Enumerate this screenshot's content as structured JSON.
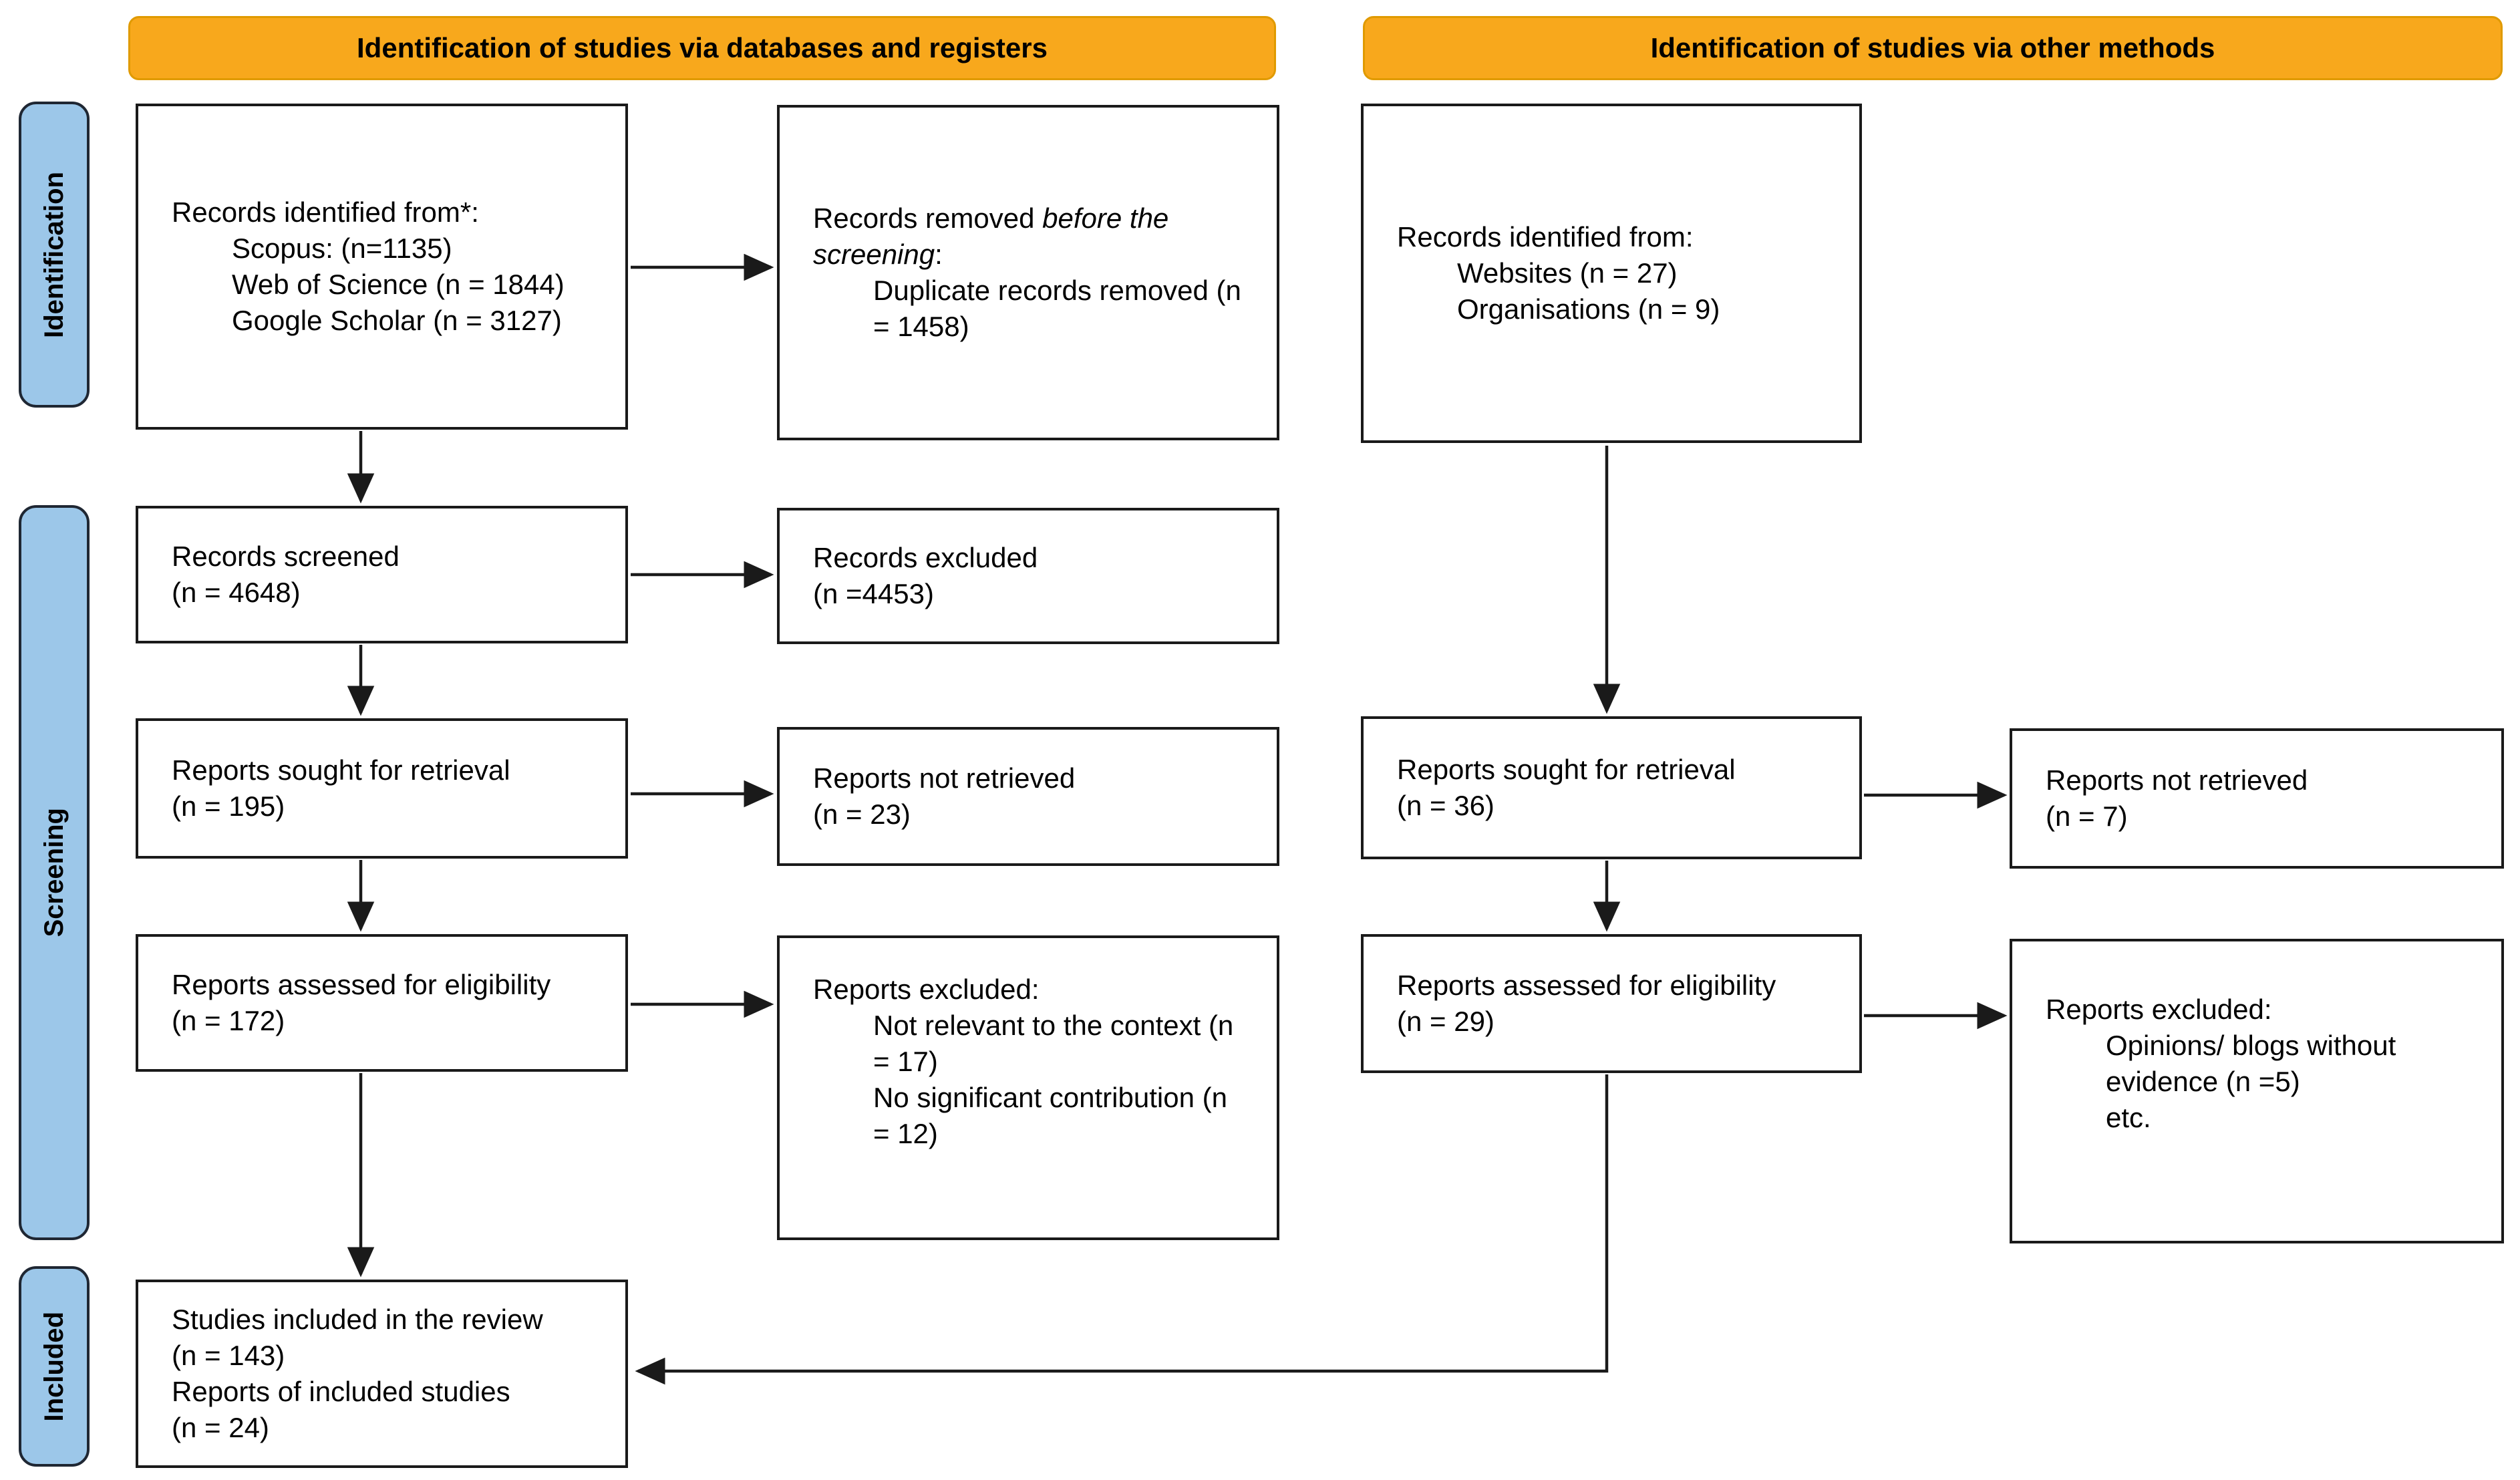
{
  "banners": {
    "left": "Identification of studies via databases and registers",
    "right": "Identification of studies via other methods"
  },
  "sidebar": {
    "identification": "Identification",
    "screening": "Screening",
    "included": "Included"
  },
  "boxes": {
    "records_identified_db": {
      "title": "Records identified from*:",
      "items": [
        "Scopus: (n=1135)",
        "Web of Science (n = 1844)",
        "Google Scholar (n = 3127)"
      ]
    },
    "records_removed": {
      "line1_prefix": "Records removed ",
      "line1_italic": "before the",
      "line2_italic": "screening",
      "line2_suffix": ":",
      "lines": [
        "Duplicate records removed (n",
        "= 1458)"
      ]
    },
    "records_identified_other": {
      "title": "Records identified from:",
      "items": [
        "Websites (n = 27)",
        "Organisations (n = 9)"
      ]
    },
    "records_screened": {
      "lines": [
        "Records screened",
        "(n = 4648)"
      ]
    },
    "records_excluded": {
      "lines": [
        "Records excluded",
        "(n =4453)"
      ]
    },
    "reports_sought_db": {
      "lines": [
        "Reports sought for retrieval",
        "(n = 195)"
      ]
    },
    "reports_not_retrieved_db": {
      "lines": [
        "Reports not retrieved",
        "(n = 23)"
      ]
    },
    "reports_sought_other": {
      "lines": [
        "Reports sought for retrieval",
        "(n = 36)"
      ]
    },
    "reports_not_retrieved_other": {
      "lines": [
        "Reports not retrieved",
        "(n = 7)"
      ]
    },
    "reports_assessed_db": {
      "lines": [
        "Reports assessed for eligibility",
        "(n = 172)"
      ]
    },
    "reports_excluded_db": {
      "title": "Reports excluded:",
      "lines": [
        "Not relevant to the context (n",
        "= 17)",
        "No significant contribution (n",
        "= 12)"
      ]
    },
    "reports_assessed_other": {
      "lines": [
        "Reports assessed for eligibility",
        "(n = 29)"
      ]
    },
    "reports_excluded_other": {
      "title": "Reports excluded:",
      "lines": [
        "Opinions/ blogs without",
        "evidence (n =5)",
        "etc."
      ]
    },
    "studies_included": {
      "lines": [
        "Studies included in the review",
        "(n = 143)",
        "Reports of included studies",
        "(n = 24)"
      ]
    }
  },
  "colors": {
    "banner_fill": "#F8A81C",
    "banner_border": "#E09A00",
    "sidebar_fill": "#9CC7E9",
    "sidebar_border": "#1F2733",
    "box_border": "#1A1A1A",
    "arrow": "#1A1A1A"
  }
}
